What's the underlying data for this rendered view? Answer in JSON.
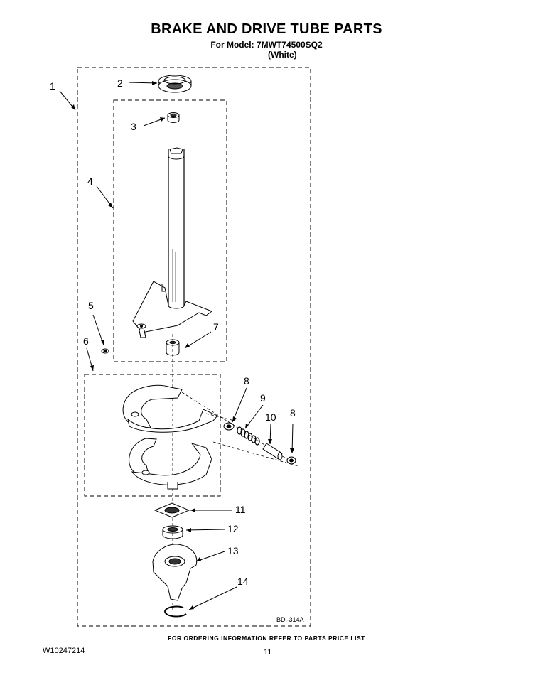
{
  "header": {
    "title": "BRAKE AND DRIVE TUBE PARTS",
    "model_line": "For Model: 7MWT74500SQ2",
    "color_line": "(White)"
  },
  "diagram": {
    "callouts": [
      "1",
      "2",
      "3",
      "4",
      "5",
      "6",
      "7",
      "8",
      "9",
      "10",
      "8",
      "11",
      "12",
      "13",
      "14"
    ],
    "code": "BD–314A"
  },
  "footer": {
    "note": "FOR ORDERING INFORMATION REFER TO PARTS PRICE LIST",
    "doc_number": "W10247214",
    "page_number": "11"
  }
}
